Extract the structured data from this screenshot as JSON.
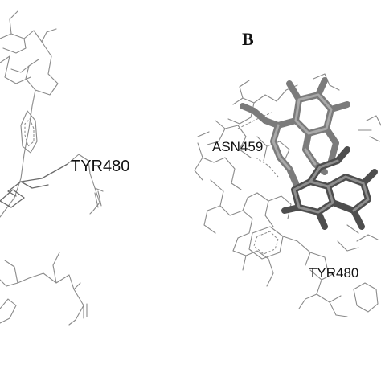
{
  "panel_b": {
    "letter": "B"
  },
  "labels": {
    "left_tyr": "TYR480",
    "asn": "ASN459",
    "right_tyr": "TYR480"
  },
  "colors": {
    "wire": "#8a8a8a",
    "ligand": "#7b7b7b",
    "ligand_dark": "#4e4e4e",
    "text": "#111111"
  }
}
